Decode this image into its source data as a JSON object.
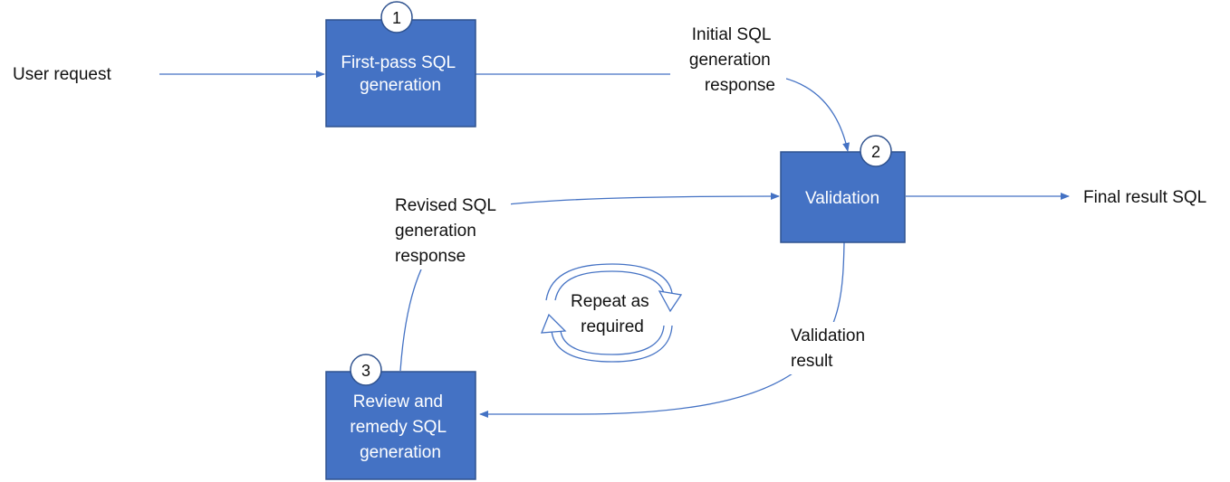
{
  "colors": {
    "box_fill": "#4472C4",
    "box_stroke": "#2F528F",
    "connector": "#4472C4",
    "badge_fill": "#ffffff",
    "badge_stroke": "#2F528F",
    "text": "#111111",
    "box_text": "#ffffff"
  },
  "steps": [
    {
      "number": "1",
      "lines": [
        "First-pass SQL",
        "generation"
      ]
    },
    {
      "number": "2",
      "lines": [
        "Validation"
      ]
    },
    {
      "number": "3",
      "lines": [
        "Review and",
        "remedy SQL",
        "generation"
      ]
    }
  ],
  "labels": {
    "user_request": "User request",
    "final_result": "Final result SQL",
    "initial_response": [
      "Initial SQL",
      "generation",
      "response"
    ],
    "revised_response": [
      "Revised SQL",
      "generation",
      "response"
    ],
    "validation_result": [
      "Validation",
      "result"
    ],
    "repeat": [
      "Repeat as",
      "required"
    ]
  },
  "icons": {
    "repeat_cycle": "circular-arrows-icon"
  }
}
